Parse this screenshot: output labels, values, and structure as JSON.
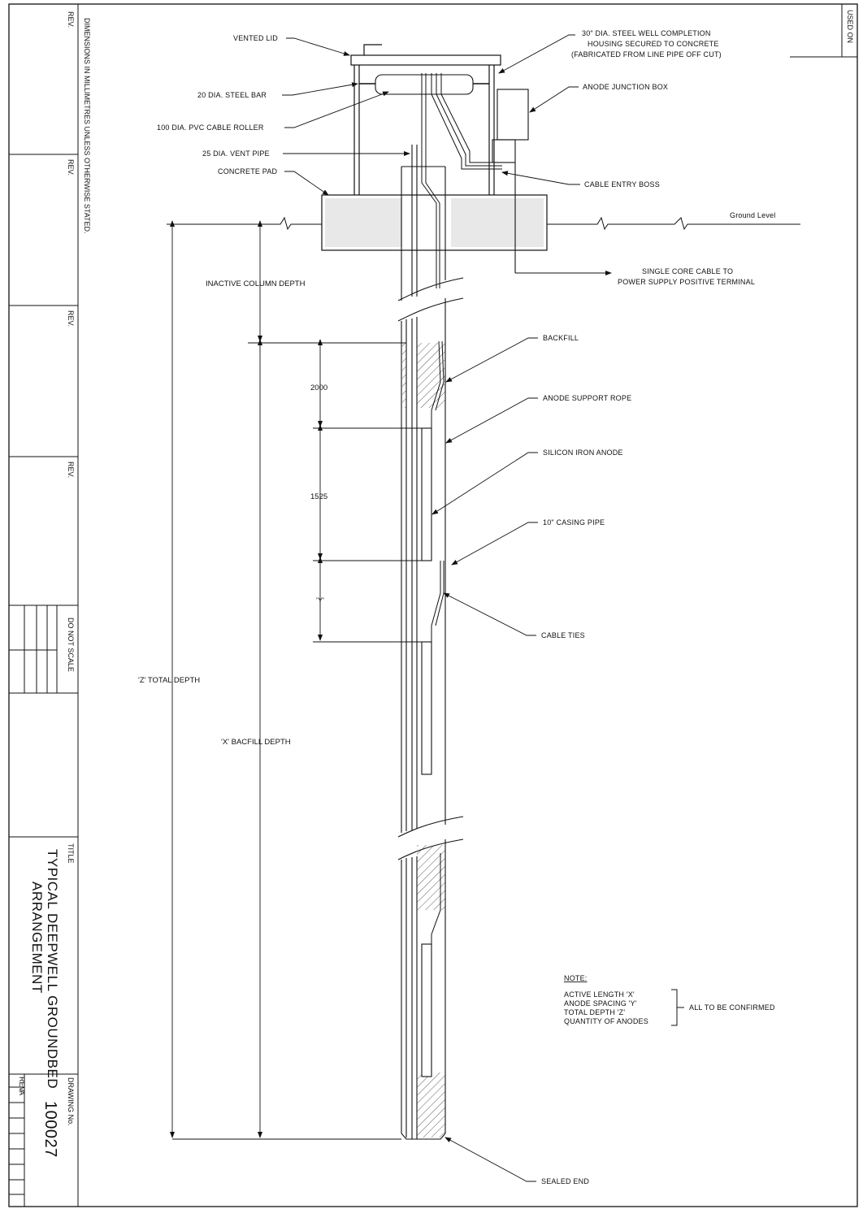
{
  "title_block": {
    "rev_label": "REV.",
    "dimensions_note": "DIMENSIONS IN MILLIMETRES UNLESS OTHERWISE STATED.",
    "do_not_scale": "DO NOT SCALE",
    "title_label": "TITLE",
    "title_line1": "TYPICAL DEEPWELL GROUNDBED",
    "title_line2": "ARRANGEMENT",
    "drawing_no_label": "DRAWING No.",
    "drawing_no": "100027",
    "rev_value": "A",
    "used_on": "USED ON"
  },
  "callouts": {
    "vented_lid": "VENTED LID",
    "steel_bar": "20 DIA. STEEL BAR",
    "pvc_roller": "100 DIA. PVC CABLE ROLLER",
    "vent_pipe": "25 DIA. VENT PIPE",
    "concrete_pad": "CONCRETE PAD",
    "housing_l1": "30\" DIA. STEEL WELL COMPLETION",
    "housing_l2": "HOUSING SECURED TO CONCRETE",
    "housing_l3": "(FABRICATED FROM LINE PIPE OFF CUT)",
    "junction_box": "ANODE JUNCTION BOX",
    "cable_entry": "CABLE ENTRY BOSS",
    "ground_level": "Ground Level",
    "cable_l1": "SINGLE CORE CABLE TO",
    "cable_l2": "POWER SUPPLY POSITIVE TERMINAL",
    "backfill": "BACKFILL",
    "support_rope": "ANODE SUPPORT ROPE",
    "silicon_anode": "SILICON IRON ANODE",
    "casing_pipe": "10\" CASING PIPE",
    "cable_ties": "CABLE TIES",
    "sealed_end": "SEALED END"
  },
  "dimensions": {
    "inactive_column": "INACTIVE COLUMN DEPTH",
    "d2000": "2000",
    "d1525": "1525",
    "y": "'Y'",
    "z_total": "'Z' TOTAL DEPTH",
    "x_backfill": "'X' BACFILL DEPTH"
  },
  "note": {
    "heading": "NOTE:",
    "line1": "ACTIVE LENGTH 'X'",
    "line2": "ANODE SPACING 'Y'",
    "line3": "TOTAL DEPTH 'Z'",
    "line4": "QUANTITY OF ANODES",
    "confirm": "ALL TO BE CONFIRMED"
  }
}
